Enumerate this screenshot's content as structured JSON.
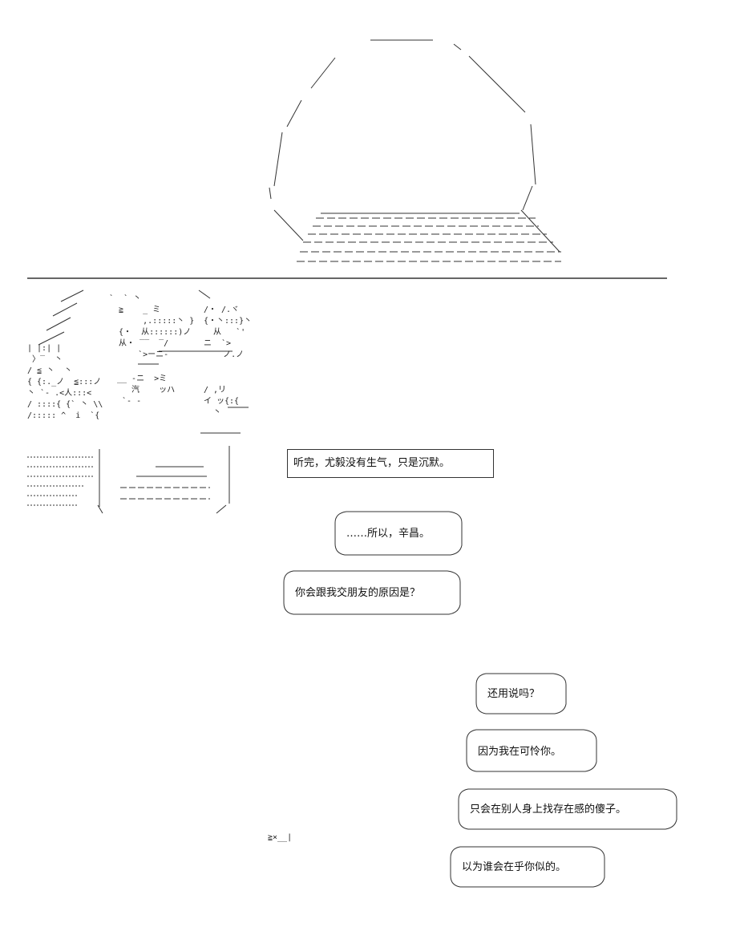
{
  "narration": "听完，尤毅没有生气，只是沉默。",
  "top_dialogue": [
    "……所以，辛昌。",
    "你会跟我交朋友的原因是？"
  ],
  "bottom_dialogue": [
    "还用说吗？",
    "因为我在可怜你。",
    "只会在别人身上找存在感的傻子。",
    "以为谁会在乎你似的。"
  ]
}
